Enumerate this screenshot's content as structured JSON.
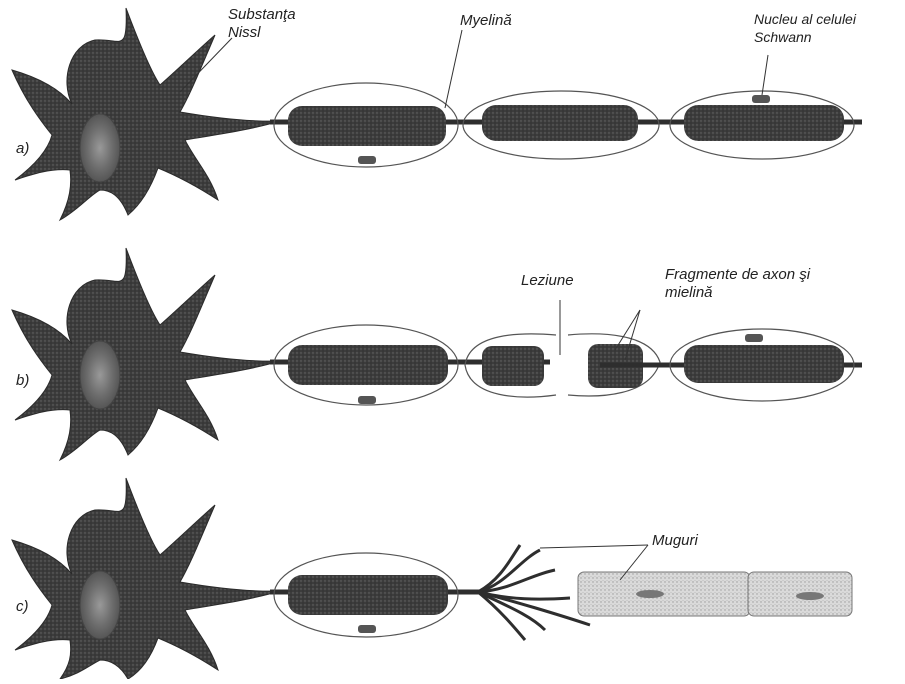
{
  "panels": [
    {
      "label": "a)"
    },
    {
      "label": "b)"
    },
    {
      "label": "c)"
    }
  ],
  "labels": {
    "nissl_line1": "Substanţa",
    "nissl_line2": "Nissl",
    "myelin": "Myelină",
    "schwann_line1": "Nucleu al celulei",
    "schwann_line2": "Schwann",
    "lesion": "Leziune",
    "fragments_line1": "Fragmente de axon şi",
    "fragments_line2": "mielină",
    "sprouts": "Muguri"
  },
  "colors": {
    "soma": "#3a3a3a",
    "myelin": "#4a4a4a",
    "sheath_outline": "#555555",
    "regenerating": "#d8d8d8",
    "text": "#222222"
  }
}
